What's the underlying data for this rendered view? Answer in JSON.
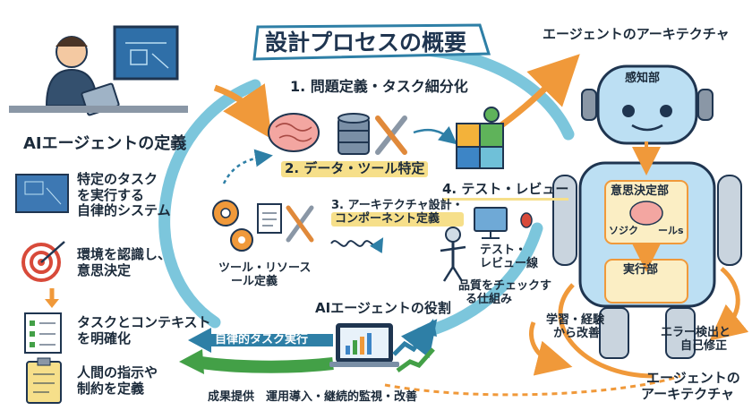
{
  "title": "設計プロセスの概要",
  "left": {
    "heading": "AIエージェントの定義",
    "items": [
      {
        "icon": "blueprint-icon",
        "lines": [
          "特定のタスク",
          "を実行する",
          "自律的システム"
        ]
      },
      {
        "icon": "target-icon",
        "lines": [
          "環境を認識し、",
          "意思決定"
        ]
      },
      {
        "icon": "checklist-icon",
        "lines": [
          "タスクとコンテキスト",
          "を明確化"
        ]
      },
      {
        "icon": "clipboard-icon",
        "lines": [
          "人間の指示や",
          "制約を定義"
        ]
      }
    ]
  },
  "process": {
    "step1": "1. 問題定義・タスク細分化",
    "step2": "2. データ・ツール特定",
    "step3": [
      "3. アーキテクチャ設計・",
      "コンポーネント定義"
    ],
    "step4": "4. テスト・レビュー",
    "tools": [
      "ツール・リソース",
      "ール定義"
    ],
    "test": [
      "テスト・",
      "レビュー線"
    ],
    "quality": [
      "品質をチェックす",
      "る仕組み"
    ]
  },
  "role": {
    "heading": "AIエージェントの役割",
    "autonomous": "自律的タスク実行",
    "bottom": "成果提供　運用導入・継続的監視・改善"
  },
  "right": {
    "heading": "エージェントのアーキテクチャ",
    "perception": "感知部",
    "decision": "意思決定部",
    "logic": "ソジク　　ールs",
    "execution": "実行部",
    "learning": [
      "学習・経験",
      "から改善"
    ],
    "error": [
      "エラー検出と",
      "自己修正"
    ],
    "bottom": [
      "エージェントの",
      "アーキテクチャ"
    ]
  },
  "colors": {
    "ring": "#7cc6dc",
    "ringDark": "#2e7fa6",
    "orange": "#f0993a",
    "green": "#43a047",
    "robot": "#bcdff3",
    "yellow": "#f6df8a",
    "navy": "#1f3550"
  }
}
